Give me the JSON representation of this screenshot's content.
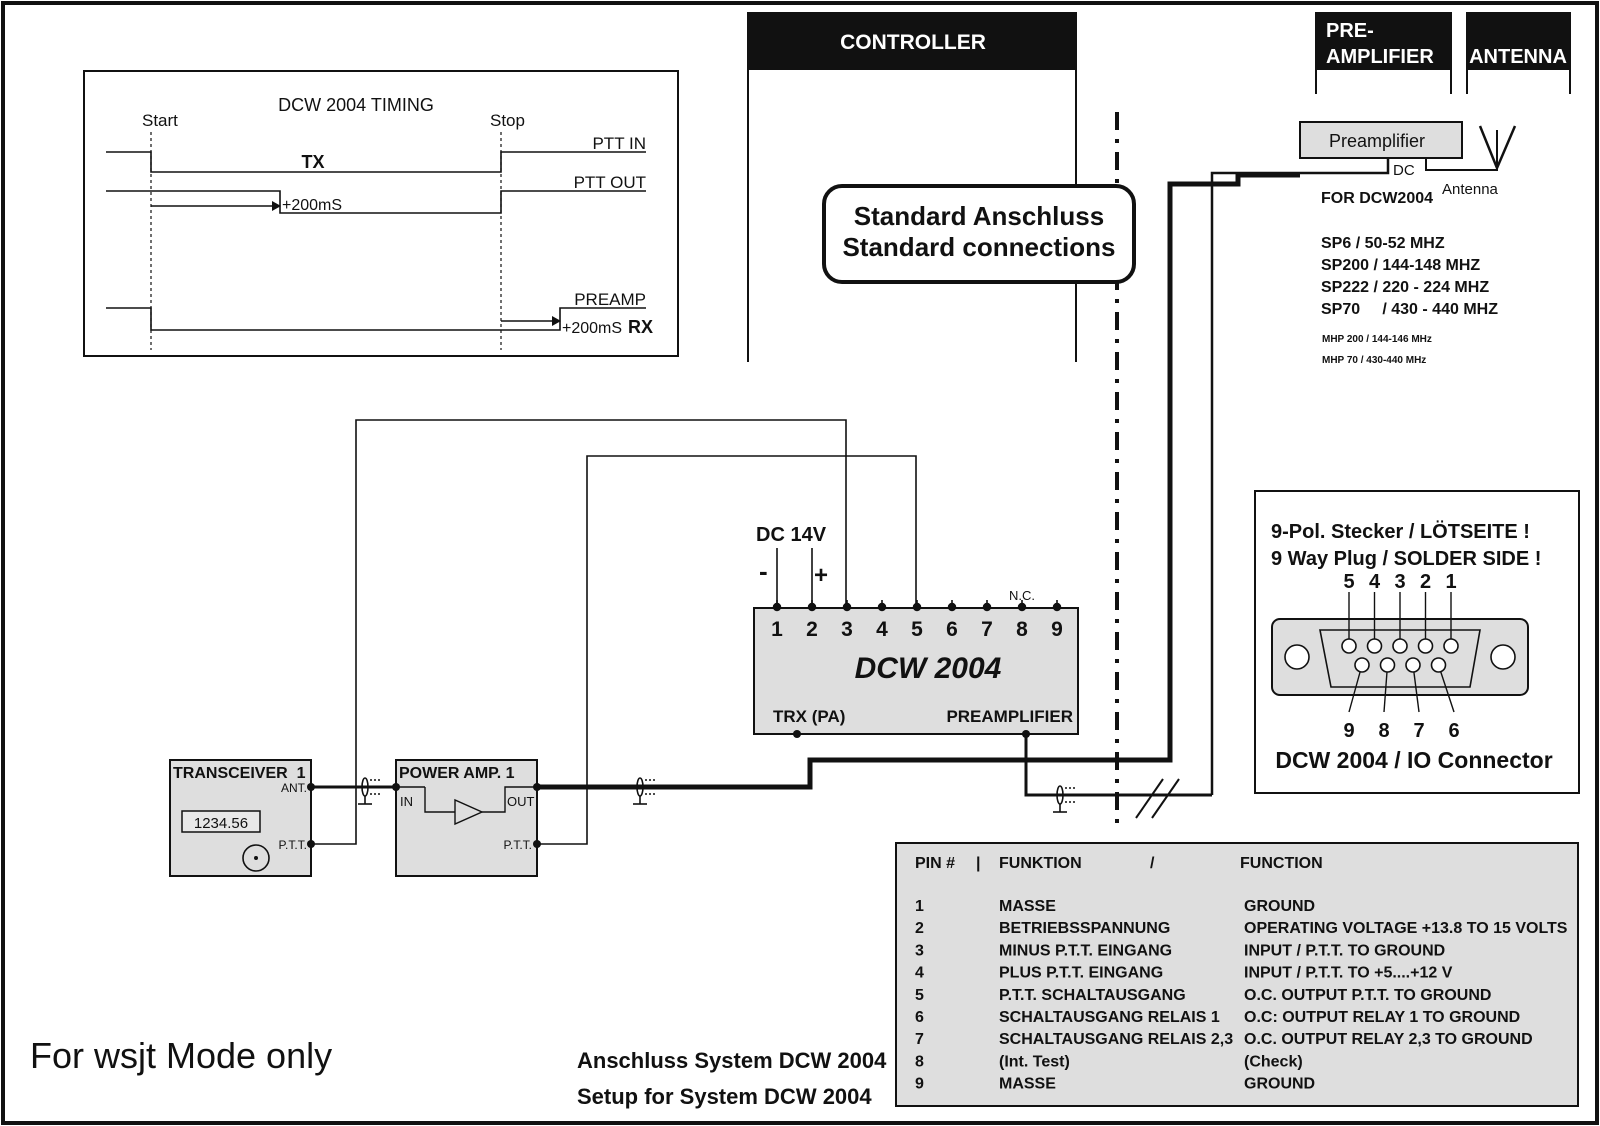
{
  "timing": {
    "title": "DCW 2004 TIMING",
    "start": "Start",
    "stop": "Stop",
    "ptt_in": "PTT IN",
    "ptt_out": "PTT OUT",
    "preamp": "PREAMP",
    "tx": "TX",
    "rx": "RX",
    "delay1": "+200mS",
    "delay2": "+200mS"
  },
  "headers": {
    "controller": "CONTROLLER",
    "preamplifier_line1": "PRE-",
    "preamplifier_line2": "AMPLIFIER",
    "antenna": "ANTENNA"
  },
  "standard": {
    "line1": "Standard Anschluss",
    "line2": "Standard connections"
  },
  "preamp_box": {
    "label": "Preamplifier",
    "dc": "DC",
    "antenna": "Antenna"
  },
  "preamp_models": {
    "heading": "FOR DCW2004",
    "models": [
      "SP6 / 50-52 MHZ",
      "SP200   / 144-148 MHZ",
      "SP222 / 220 - 224 MHZ",
      "SP70     / 430 - 440 MHZ"
    ],
    "small": [
      "MHP 200 / 144-146 MHz",
      "MHP 70  / 430-440 MHz"
    ]
  },
  "dcw": {
    "title": "DCW 2004",
    "dc": "DC 14V",
    "minus": "-",
    "plus": "+",
    "nc": "N.C.",
    "pins": [
      "1",
      "2",
      "3",
      "4",
      "5",
      "6",
      "7",
      "8",
      "9"
    ],
    "trx": "TRX (PA)",
    "preamp": "PREAMPLIFIER"
  },
  "transceiver": {
    "title": "TRANSCEIVER  1",
    "ant": "ANT.",
    "ptt": "P.T.T.",
    "display": "1234.56"
  },
  "poweramp": {
    "title": "POWER AMP. 1",
    "in": "IN",
    "out": "OUT",
    "ptt": "P.T.T."
  },
  "connector": {
    "line1": "9-Pol. Stecker / LÖTSEITE !",
    "line2": "9 Way Plug / SOLDER SIDE !",
    "top_pins": [
      "5",
      "4",
      "3",
      "2",
      "1"
    ],
    "bottom_pins": [
      "9",
      "8",
      "7",
      "6"
    ],
    "caption": "DCW 2004 / IO Connector"
  },
  "pin_table": {
    "header": [
      "PIN #",
      "|",
      "FUNKTION",
      "/",
      "FUNCTION"
    ],
    "rows": [
      [
        "1",
        "MASSE",
        "GROUND"
      ],
      [
        "2",
        "BETRIEBSSPANNUNG",
        "OPERATING VOLTAGE +13.8 TO 15 VOLTS"
      ],
      [
        "3",
        "MINUS P.T.T. EINGANG",
        "INPUT / P.T.T. TO GROUND"
      ],
      [
        "4",
        "PLUS P.T.T. EINGANG",
        "INPUT / P.T.T. TO +5....+12 V"
      ],
      [
        "5",
        "P.T.T. SCHALTAUSGANG",
        "O.C. OUTPUT  P.T.T. TO GROUND"
      ],
      [
        "6",
        "SCHALTAUSGANG RELAIS 1",
        "O.C: OUTPUT RELAY 1 TO GROUND"
      ],
      [
        "7",
        "SCHALTAUSGANG RELAIS 2,3",
        "O.C. OUTPUT RELAY 2,3 TO GROUND"
      ],
      [
        "8",
        "(Int. Test)",
        "(Check)"
      ],
      [
        "9",
        "MASSE",
        "GROUND"
      ]
    ]
  },
  "footer": {
    "mode": "For wsjt Mode only",
    "caption1": "Anschluss System DCW 2004",
    "caption2": "Setup for System DCW 2004"
  }
}
